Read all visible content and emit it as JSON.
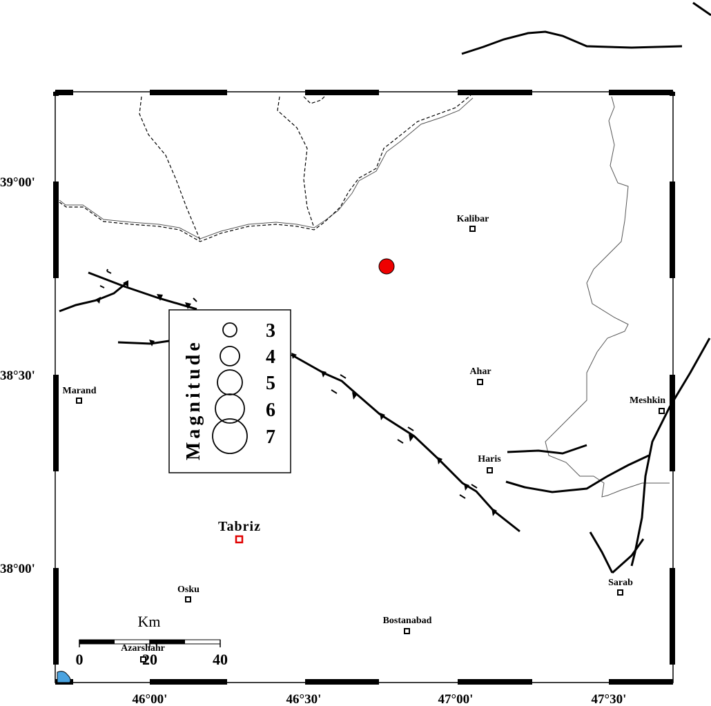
{
  "map": {
    "longitude_labels": [
      "46°00'",
      "46°30'",
      "47°00'",
      "47°30'"
    ],
    "latitude_labels": [
      "39°00'",
      "38°30'",
      "38°00'"
    ],
    "capital": {
      "name": "Tabriz",
      "color": "#e00000"
    },
    "cities": [
      {
        "key": "kalibar",
        "name": "Kalibar"
      },
      {
        "key": "ahar",
        "name": "Ahar"
      },
      {
        "key": "marand",
        "name": "Marand"
      },
      {
        "key": "meshkin",
        "name": "Meshkin"
      },
      {
        "key": "haris",
        "name": "Haris"
      },
      {
        "key": "sarab",
        "name": "Sarab"
      },
      {
        "key": "osku",
        "name": "Osku"
      },
      {
        "key": "bostanabad",
        "name": "Bostanabad"
      },
      {
        "key": "azarshahr",
        "name": "Azarshahr"
      }
    ],
    "epicenter": {
      "color": "#ee0000",
      "description": "earthquake epicenter"
    },
    "water_color": "#4aa3e0"
  },
  "legend": {
    "title": "Magnitude",
    "magnitudes": [
      "3",
      "4",
      "5",
      "6",
      "7"
    ]
  },
  "scale_bar": {
    "unit": "Km",
    "ticks": [
      "0",
      "20",
      "40"
    ]
  }
}
